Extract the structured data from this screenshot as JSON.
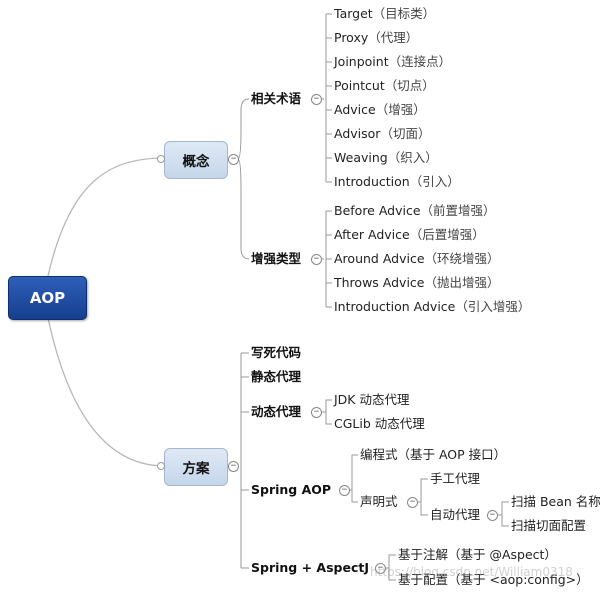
{
  "root": {
    "label": "AOP"
  },
  "concept": {
    "label": "概念",
    "terms": {
      "label": "相关术语",
      "items": [
        {
          "name": "Target",
          "note": "（目标类）"
        },
        {
          "name": "Proxy",
          "note": "（代理）"
        },
        {
          "name": "Joinpoint",
          "note": "（连接点）"
        },
        {
          "name": "Pointcut",
          "note": "（切点）"
        },
        {
          "name": "Advice",
          "note": "（增强）"
        },
        {
          "name": "Advisor",
          "note": "（切面）"
        },
        {
          "name": "Weaving",
          "note": "（织入）"
        },
        {
          "name": "Introduction",
          "note": "（引入）"
        }
      ]
    },
    "advice_types": {
      "label": "增强类型",
      "items": [
        {
          "name": "Before Advice",
          "note": "（前置增强）"
        },
        {
          "name": "After Advice",
          "note": "（后置增强）"
        },
        {
          "name": "Around Advice",
          "note": "（环绕增强）"
        },
        {
          "name": "Throws Advice",
          "note": "（抛出增强）"
        },
        {
          "name": "Introduction Advice",
          "note": "（引入增强）"
        }
      ]
    }
  },
  "solution": {
    "label": "方案",
    "hardcode": "写死代码",
    "static_proxy": "静态代理",
    "dynamic_proxy": {
      "label": "动态代理",
      "items": [
        "JDK 动态代理",
        "CGLib 动态代理"
      ]
    },
    "spring_aop": {
      "label": "Spring AOP",
      "programmatic": "编程式（基于 AOP 接口）",
      "declarative": {
        "label": "声明式",
        "manual": "手工代理",
        "auto": {
          "label": "自动代理",
          "items": [
            "扫描 Bean 名称",
            "扫描切面配置"
          ]
        }
      }
    },
    "spring_aspectj": {
      "label": "Spring + AspectJ",
      "items": [
        "基于注解（基于 @Aspect）",
        "基于配置（基于 <aop:config>）"
      ]
    }
  },
  "watermark": "https://blog.csdn.net/William0318"
}
